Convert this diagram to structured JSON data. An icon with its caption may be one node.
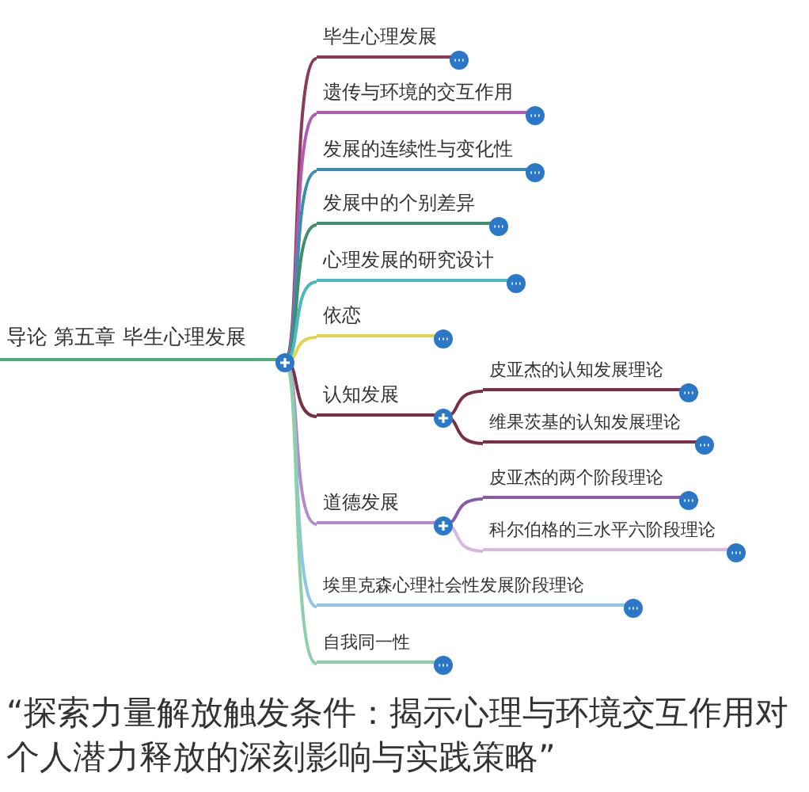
{
  "diagram": {
    "caption": "“探索力量解放触发条件：揭示心理与环境交互作用对个人潜力释放的深刻影响与实践策略”",
    "nodes": [
      {
        "text": [
          "导论 第五章 毕生心理发展"
        ]
      },
      {
        "text": [
          "毕生心理发展"
        ]
      },
      {
        "text": [
          "遗传与环境的交互作用"
        ]
      },
      {
        "text": [
          "发展的连续性与变化性"
        ]
      },
      {
        "text": [
          "发展中的个别差异"
        ]
      },
      {
        "text": [
          "心理发展的研究设计"
        ]
      },
      {
        "text": [
          "依恋"
        ]
      },
      {
        "text": [
          "认知发展"
        ]
      },
      {
        "text": [
          "皮亚杰的认知发展理论"
        ]
      },
      {
        "text": [
          "维果茨基的认知发展理论"
        ]
      },
      {
        "text": [
          "道德发展"
        ]
      },
      {
        "text": [
          "皮亚杰的两个阶段理论"
        ]
      },
      {
        "text": [
          "科尔伯格的三水平六阶段理论"
        ]
      },
      {
        "text": [
          "埃里克森心理社会性发展阶段理论"
        ]
      },
      {
        "text": [
          "自我同一性"
        ]
      }
    ],
    "edges": [
      {
        "from": 0,
        "to": 1,
        "arrow": "none",
        "color": "#8b3a5a"
      },
      {
        "from": 0,
        "to": 2,
        "arrow": "none",
        "color": "#b05ab5"
      },
      {
        "from": 0,
        "to": 3,
        "arrow": "none",
        "color": "#3a8fb0"
      },
      {
        "from": 0,
        "to": 4,
        "arrow": "none",
        "color": "#3f8f6a"
      },
      {
        "from": 0,
        "to": 5,
        "arrow": "none",
        "color": "#4ab8c0"
      },
      {
        "from": 0,
        "to": 6,
        "arrow": "none",
        "color": "#e6d24a"
      },
      {
        "from": 0,
        "to": 7,
        "arrow": "none",
        "color": "#7a2f45"
      },
      {
        "from": 7,
        "to": 8,
        "arrow": "none",
        "color": "#7a2f45"
      },
      {
        "from": 7,
        "to": 9,
        "arrow": "none",
        "color": "#7a2f45"
      },
      {
        "from": 0,
        "to": 10,
        "arrow": "none",
        "color": "#b58ac8"
      },
      {
        "from": 10,
        "to": 11,
        "arrow": "none",
        "color": "#8a5aa8"
      },
      {
        "from": 10,
        "to": 12,
        "arrow": "none",
        "color": "#d8b8e0"
      },
      {
        "from": 0,
        "to": 13,
        "arrow": "none",
        "color": "#8ec5e0"
      },
      {
        "from": 0,
        "to": 14,
        "arrow": "none",
        "color": "#8ccfa8"
      }
    ]
  }
}
